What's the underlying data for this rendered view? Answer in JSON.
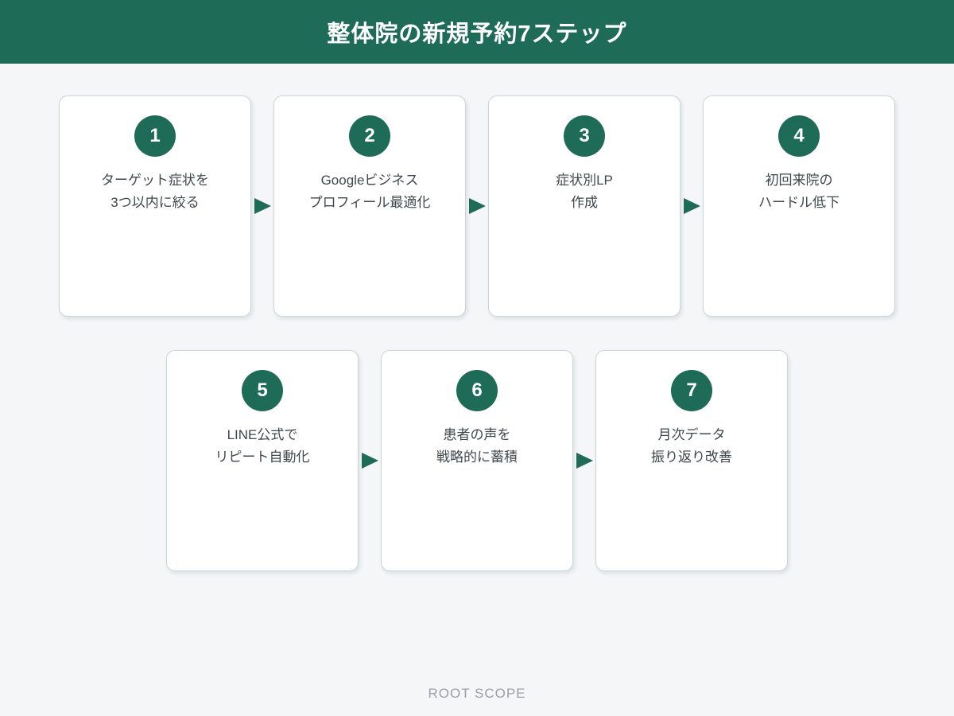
{
  "header": {
    "title": "整体院の新規予約7ステップ"
  },
  "steps": [
    {
      "number": "1",
      "lines": [
        "ターゲット症状を",
        "3つ以内に絞る"
      ]
    },
    {
      "number": "2",
      "lines": [
        "Googleビジネス",
        "プロフィール最適化"
      ]
    },
    {
      "number": "3",
      "lines": [
        "症状別LP",
        "作成"
      ]
    },
    {
      "number": "4",
      "lines": [
        "初回来院の",
        "ハードル低下"
      ]
    },
    {
      "number": "5",
      "lines": [
        "LINE公式で",
        "リピート自動化"
      ]
    },
    {
      "number": "6",
      "lines": [
        "患者の声を",
        "戦略的に蓄積"
      ]
    },
    {
      "number": "7",
      "lines": [
        "月次データ",
        "振り返り改善"
      ]
    }
  ],
  "icons": {
    "step_arrow": "right-triangle-arrow"
  },
  "footer": {
    "brand": "ROOT SCOPE"
  },
  "colors": {
    "accent_green": "#1e6b58",
    "page_bg": "#f4f6f8",
    "card_bg": "#ffffff",
    "card_border": "#c9d6d2",
    "text_color": "#41474e",
    "footer_text": "#9aa0a7"
  }
}
